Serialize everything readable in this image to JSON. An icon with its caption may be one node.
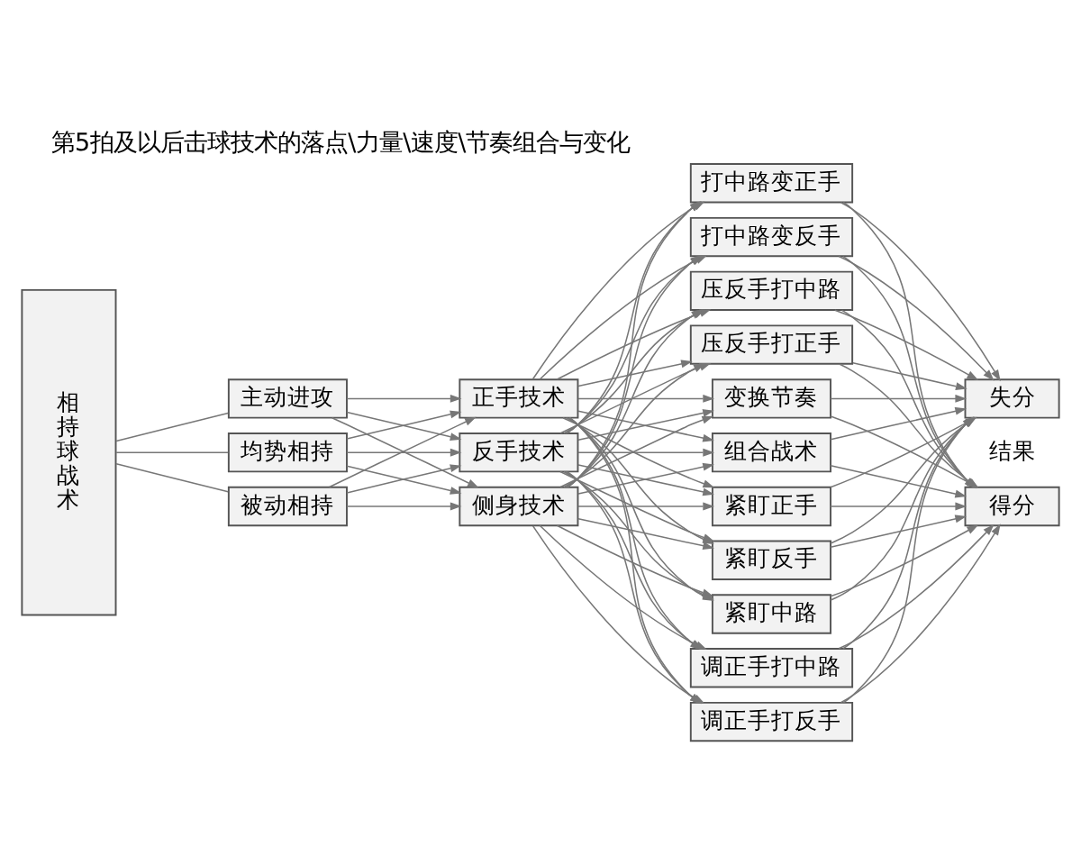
{
  "diagram": {
    "title": "第5拍及以后击球技术的落点\\力量\\速度\\节奏组合与变化",
    "nodes": [
      {
        "text": [
          "相持球战术"
        ]
      },
      {
        "text": [
          "主动进攻"
        ]
      },
      {
        "text": [
          "均势相持"
        ]
      },
      {
        "text": [
          "被动相持"
        ]
      },
      {
        "text": [
          "正手技术"
        ]
      },
      {
        "text": [
          "反手技术"
        ]
      },
      {
        "text": [
          "侧身技术"
        ]
      },
      {
        "text": [
          "紧盯正手"
        ]
      },
      {
        "text": [
          "紧盯反手"
        ]
      },
      {
        "text": [
          "紧盯中路"
        ]
      },
      {
        "text": [
          "调正手打中路"
        ]
      },
      {
        "text": [
          "调正手打反手"
        ]
      },
      {
        "text": [
          "打中路变正手"
        ]
      },
      {
        "text": [
          "打中路变反手"
        ]
      },
      {
        "text": [
          "压反手打中路"
        ]
      },
      {
        "text": [
          "压反手打正手"
        ]
      },
      {
        "text": [
          "变换节奏"
        ]
      },
      {
        "text": [
          "组合战术"
        ]
      },
      {
        "text": [
          "得分"
        ]
      },
      {
        "text": [
          "失分"
        ]
      }
    ],
    "edges": [
      {
        "from": 0,
        "to": 1,
        "arrow": "none"
      },
      {
        "from": 0,
        "to": 2,
        "arrow": "none"
      },
      {
        "from": 0,
        "to": 3,
        "arrow": "none"
      },
      {
        "from": 1,
        "to": 4,
        "arrow": "to"
      },
      {
        "from": 1,
        "to": 5,
        "arrow": "to"
      },
      {
        "from": 1,
        "to": 6,
        "arrow": "to"
      },
      {
        "from": 2,
        "to": 4,
        "arrow": "to"
      },
      {
        "from": 2,
        "to": 5,
        "arrow": "to"
      },
      {
        "from": 2,
        "to": 6,
        "arrow": "to"
      },
      {
        "from": 3,
        "to": 4,
        "arrow": "to"
      },
      {
        "from": 3,
        "to": 5,
        "arrow": "to"
      },
      {
        "from": 3,
        "to": 6,
        "arrow": "to"
      },
      {
        "from": 4,
        "to": 7,
        "arrow": "to"
      },
      {
        "from": 4,
        "to": 8,
        "arrow": "to"
      },
      {
        "from": 4,
        "to": 9,
        "arrow": "to"
      },
      {
        "from": 4,
        "to": 10,
        "arrow": "to"
      },
      {
        "from": 4,
        "to": 11,
        "arrow": "to"
      },
      {
        "from": 4,
        "to": 12,
        "arrow": "to"
      },
      {
        "from": 4,
        "to": 13,
        "arrow": "to"
      },
      {
        "from": 4,
        "to": 14,
        "arrow": "to"
      },
      {
        "from": 4,
        "to": 15,
        "arrow": "to"
      },
      {
        "from": 4,
        "to": 16,
        "arrow": "to"
      },
      {
        "from": 4,
        "to": 17,
        "arrow": "to"
      },
      {
        "from": 5,
        "to": 7,
        "arrow": "to"
      },
      {
        "from": 5,
        "to": 8,
        "arrow": "to"
      },
      {
        "from": 5,
        "to": 9,
        "arrow": "to"
      },
      {
        "from": 5,
        "to": 10,
        "arrow": "to"
      },
      {
        "from": 5,
        "to": 11,
        "arrow": "to"
      },
      {
        "from": 5,
        "to": 12,
        "arrow": "to"
      },
      {
        "from": 5,
        "to": 13,
        "arrow": "to"
      },
      {
        "from": 5,
        "to": 14,
        "arrow": "to"
      },
      {
        "from": 5,
        "to": 15,
        "arrow": "to"
      },
      {
        "from": 5,
        "to": 16,
        "arrow": "to"
      },
      {
        "from": 5,
        "to": 17,
        "arrow": "to"
      },
      {
        "from": 6,
        "to": 7,
        "arrow": "to"
      },
      {
        "from": 6,
        "to": 8,
        "arrow": "to"
      },
      {
        "from": 6,
        "to": 9,
        "arrow": "to"
      },
      {
        "from": 6,
        "to": 10,
        "arrow": "to"
      },
      {
        "from": 6,
        "to": 11,
        "arrow": "to"
      },
      {
        "from": 6,
        "to": 12,
        "arrow": "to"
      },
      {
        "from": 6,
        "to": 13,
        "arrow": "to"
      },
      {
        "from": 6,
        "to": 14,
        "arrow": "to"
      },
      {
        "from": 6,
        "to": 15,
        "arrow": "to"
      },
      {
        "from": 6,
        "to": 16,
        "arrow": "to"
      },
      {
        "from": 6,
        "to": 17,
        "arrow": "to"
      },
      {
        "from": 7,
        "to": 18,
        "arrow": "to"
      },
      {
        "from": 7,
        "to": 19,
        "arrow": "to"
      },
      {
        "from": 8,
        "to": 18,
        "arrow": "to"
      },
      {
        "from": 8,
        "to": 19,
        "arrow": "to"
      },
      {
        "from": 9,
        "to": 18,
        "arrow": "to"
      },
      {
        "from": 9,
        "to": 19,
        "arrow": "to"
      },
      {
        "from": 10,
        "to": 18,
        "arrow": "to"
      },
      {
        "from": 10,
        "to": 19,
        "arrow": "to"
      },
      {
        "from": 11,
        "to": 18,
        "arrow": "to"
      },
      {
        "from": 11,
        "to": 19,
        "arrow": "to"
      },
      {
        "from": 12,
        "to": 18,
        "arrow": "to"
      },
      {
        "from": 12,
        "to": 19,
        "arrow": "to"
      },
      {
        "from": 13,
        "to": 18,
        "arrow": "to"
      },
      {
        "from": 13,
        "to": 19,
        "arrow": "to"
      },
      {
        "from": 14,
        "to": 18,
        "arrow": "to"
      },
      {
        "from": 14,
        "to": 19,
        "arrow": "to"
      },
      {
        "from": 15,
        "to": 18,
        "arrow": "to"
      },
      {
        "from": 15,
        "to": 19,
        "arrow": "to"
      },
      {
        "from": 16,
        "to": 18,
        "arrow": "to"
      },
      {
        "from": 16,
        "to": 19,
        "arrow": "to"
      },
      {
        "from": 17,
        "to": 18,
        "arrow": "to"
      },
      {
        "from": 17,
        "to": 19,
        "arrow": "to"
      }
    ],
    "labels": [
      "结果"
    ]
  }
}
